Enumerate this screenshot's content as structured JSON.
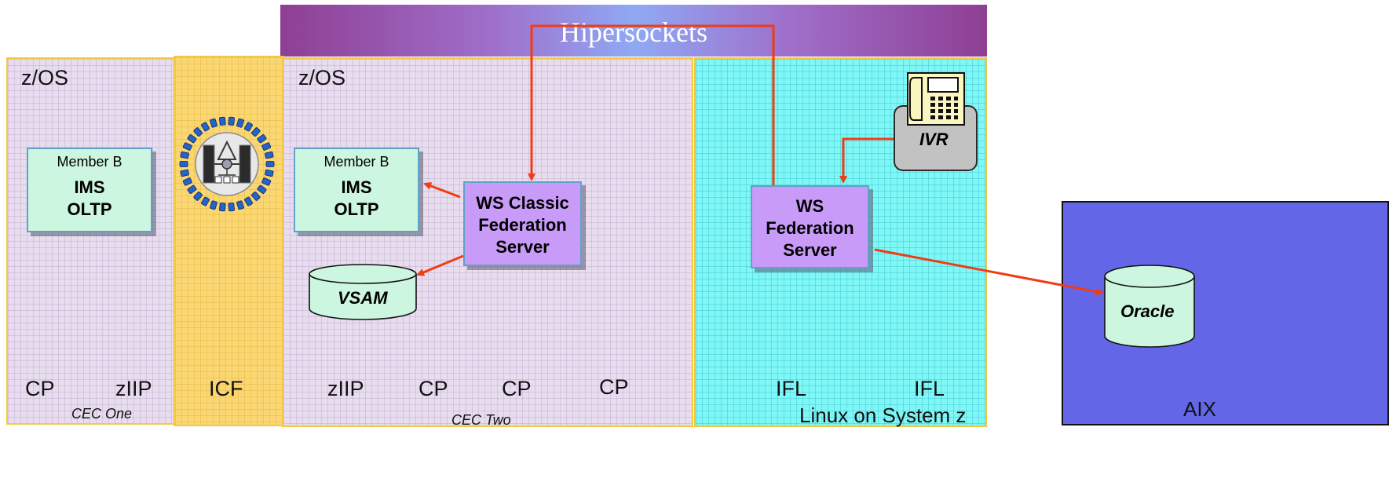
{
  "banner": {
    "label": "Hipersockets"
  },
  "cec_one": {
    "os_label": "z/OS",
    "cpu_labels": [
      "CP",
      "zIIP"
    ],
    "caption": "CEC One",
    "member_box": {
      "member": "Member B",
      "line1": "IMS",
      "line2": "OLTP"
    }
  },
  "icf": {
    "label": "ICF",
    "icon": "coupling-facility-icon"
  },
  "cec_two": {
    "os_label": "z/OS",
    "cpu_labels": [
      "zIIP",
      "CP",
      "CP",
      "CP"
    ],
    "caption": "CEC Two",
    "member_box": {
      "member": "Member B",
      "line1": "IMS",
      "line2": "OLTP"
    },
    "classic_server": {
      "line1": "WS Classic",
      "line2": "Federation",
      "line3": "Server"
    },
    "vsam": {
      "label": "VSAM"
    }
  },
  "linux": {
    "cpu_labels": [
      "IFL",
      "IFL"
    ],
    "caption": "Linux on System z",
    "ivr": {
      "label": "IVR",
      "icon": "telephone-icon"
    },
    "federation_server": {
      "line1": "WS",
      "line2": "Federation",
      "line3": "Server"
    }
  },
  "aix": {
    "label": "AIX",
    "oracle": {
      "label": "Oracle"
    }
  },
  "colors": {
    "arrow": "#f03c14",
    "banner_purple": "#8e3f93",
    "banner_blue": "#8fa9f5",
    "aix_blue": "#6366e6"
  }
}
